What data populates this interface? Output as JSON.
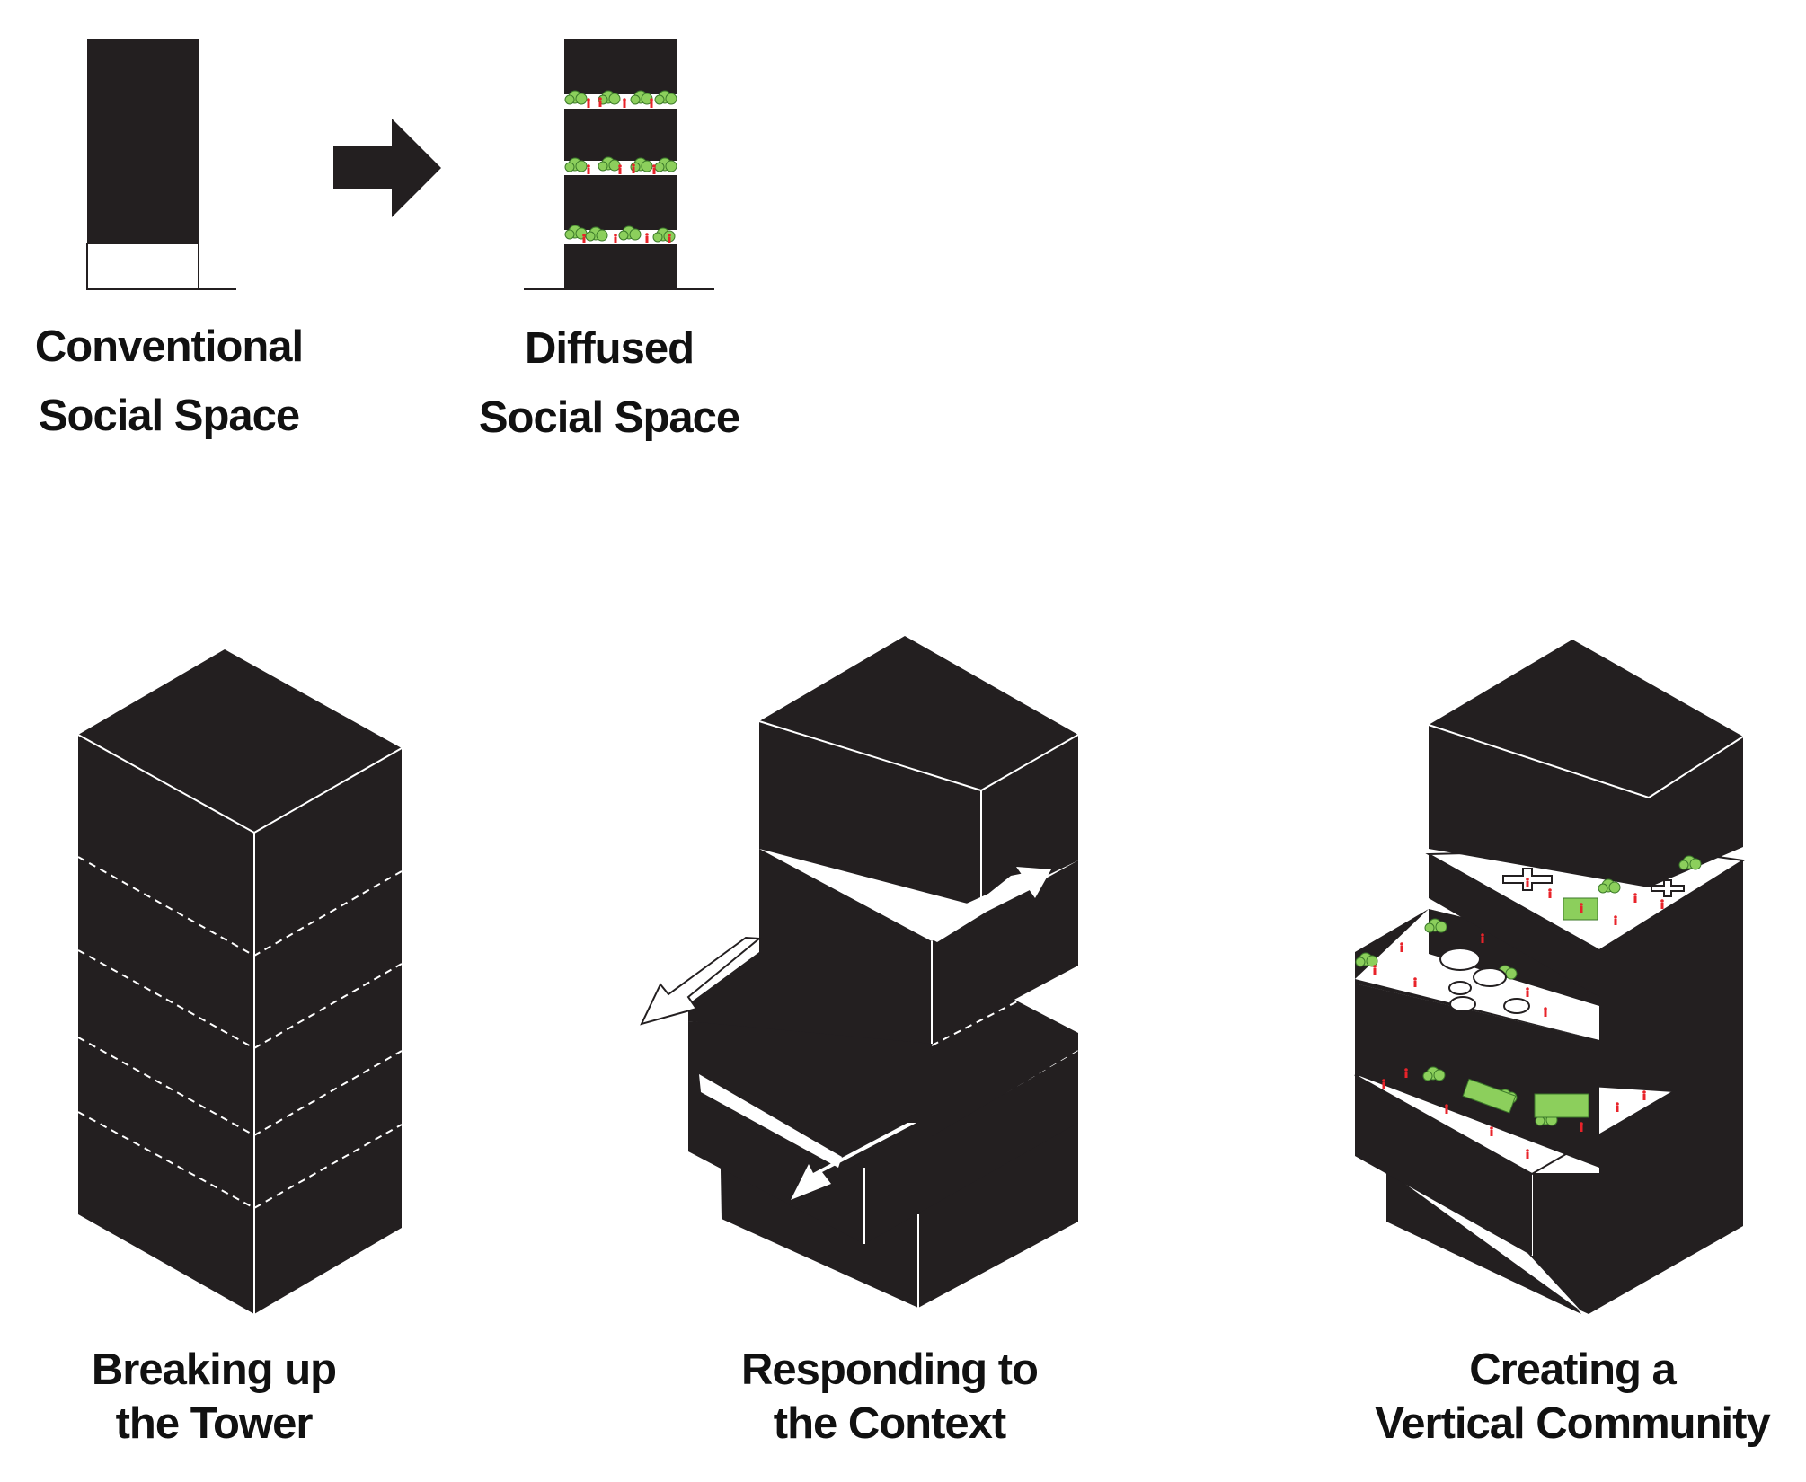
{
  "colors": {
    "mass": "#231f20",
    "background": "#ffffff",
    "greenery": "#8ccf5c",
    "people": "#e8232a"
  },
  "icons": [
    "arrow-right-icon",
    "arrow-left-icon",
    "arrow-down-left-icon"
  ],
  "labels": {
    "conventional": [
      "Conventional",
      "Social Space"
    ],
    "diffused": [
      "Diffused",
      "Social Space"
    ],
    "breaking": [
      "Breaking up",
      "the Tower"
    ],
    "responding": [
      "Responding to",
      "the Context"
    ],
    "creating": [
      "Creating a",
      "Vertical Community"
    ]
  }
}
